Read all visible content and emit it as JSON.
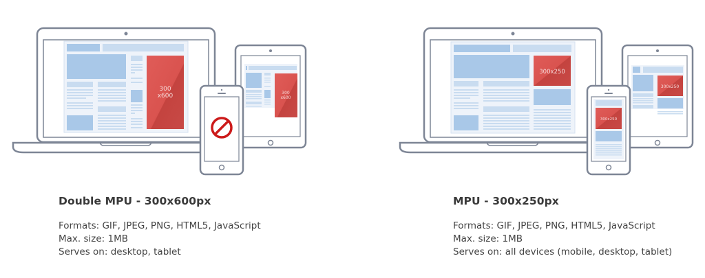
{
  "colors": {
    "device_outline": "#7d8595",
    "page_bg": "#eef3fa",
    "block_blue": "#a9c8e8",
    "block_light": "#c9dcf0",
    "ad_red": "#d9534f",
    "ad_red_dark": "#c0403d",
    "prohibited_red": "#cc1a1a",
    "title_text": "#3a3a3a",
    "body_text": "#444444"
  },
  "ad_units": [
    {
      "title": "Double MPU - 300x600px",
      "ad_label_line1": "300",
      "ad_label_line2": "x600",
      "tablet_ad_line1": "300",
      "tablet_ad_line2": "x600",
      "mobile_icon": "prohibited-icon",
      "specs": {
        "formats": "Formats: GIF, JPEG, PNG, HTML5, JavaScript",
        "max_size": "Max. size: 1MB",
        "serves_on": "Serves on: desktop, tablet"
      }
    },
    {
      "title": "MPU - 300x250px",
      "ad_label": "300x250",
      "tablet_ad_label": "300x250",
      "mobile_ad_label": "300x250",
      "specs": {
        "formats": "Formats: GIF, JPEG, PNG, HTML5, JavaScript",
        "max_size": "Max. size: 1MB",
        "serves_on": "Serves on: all devices (mobile, desktop, tablet)"
      }
    }
  ]
}
